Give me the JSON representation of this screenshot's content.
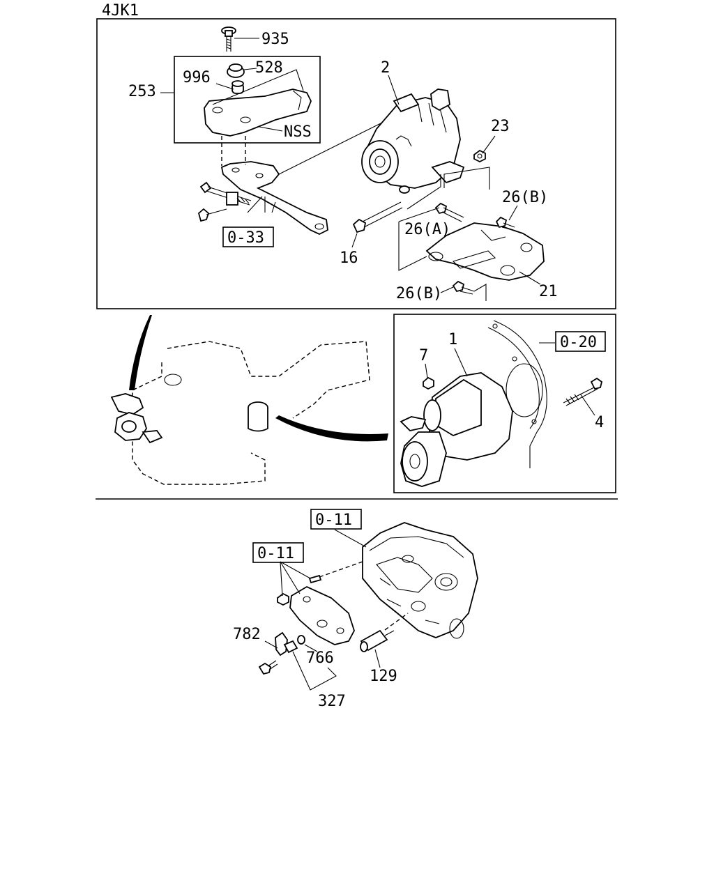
{
  "model_code": "4JK1",
  "callouts": {
    "p935": "935",
    "p528": "528",
    "p996": "996",
    "p253": "253",
    "pnss": "NSS",
    "p2": "2",
    "p23": "23",
    "p26b_top": "26(B)",
    "p26a": "26(A)",
    "p16": "16",
    "p21": "21",
    "p26b_bottom": "26(B)",
    "p1": "1",
    "p7": "7",
    "p4": "4",
    "p782": "782",
    "p766": "766",
    "p129": "129",
    "p327": "327"
  },
  "section_refs": {
    "ref_033": "0-33",
    "ref_020": "0-20",
    "ref_011_top": "0-11",
    "ref_011_left": "0-11"
  }
}
